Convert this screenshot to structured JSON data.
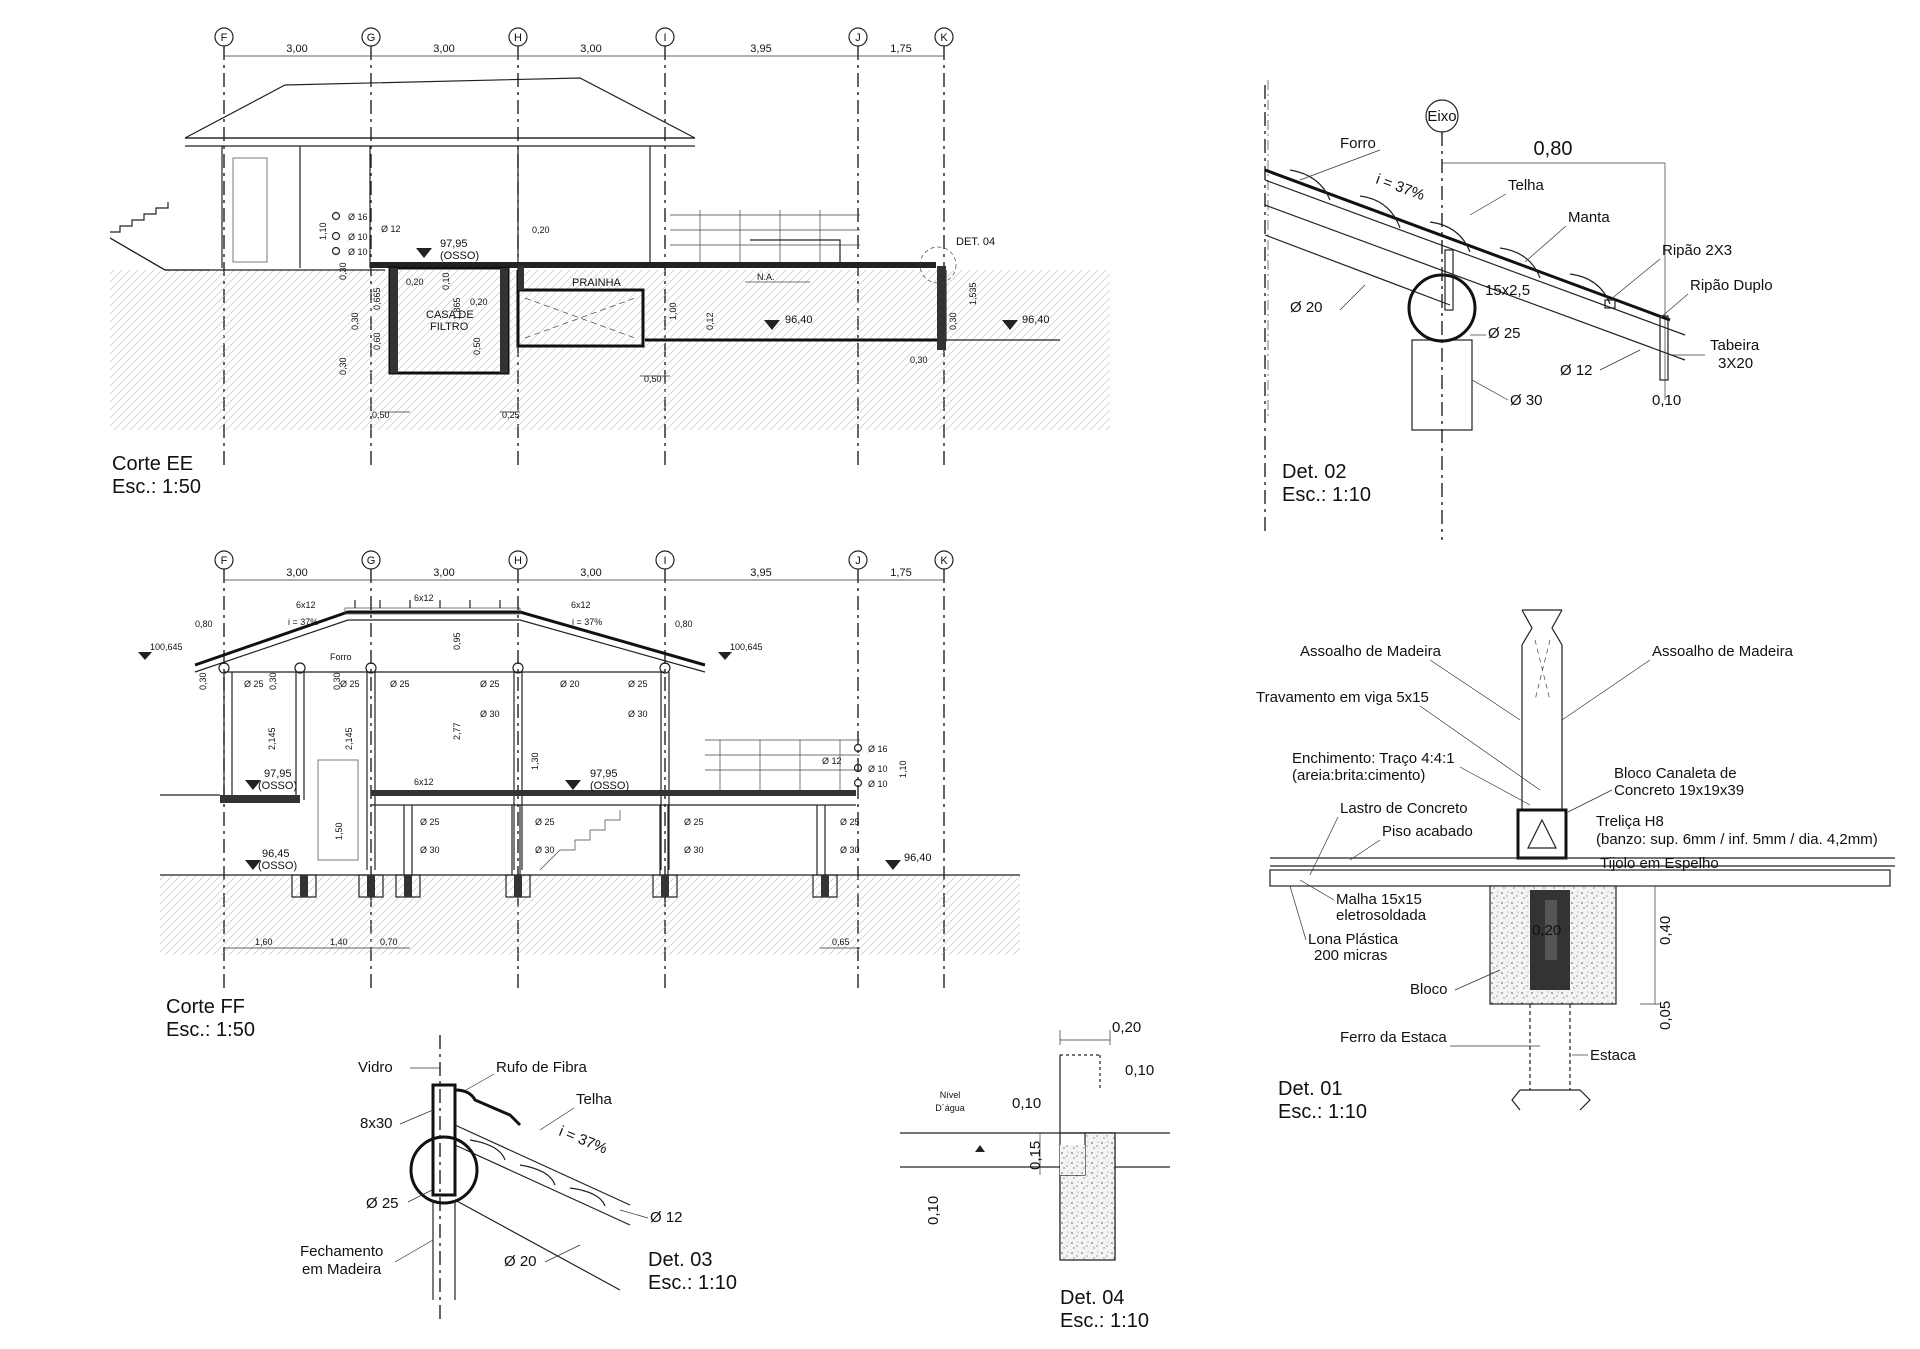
{
  "axes_labels": [
    "F",
    "G",
    "H",
    "I",
    "J",
    "K"
  ],
  "axes_dims": [
    "3,00",
    "3,00",
    "3,00",
    "3,95",
    "1,75"
  ],
  "corte_ee": {
    "title": "Corte EE",
    "scale": "Esc.: 1:50",
    "labels": {
      "casa": "CASA DE",
      "filtro": "FILTRO",
      "prainha": "PRAINHA",
      "na": "N.A.",
      "det04": "DET. 04",
      "level1": "97,95",
      "osso": "(OSSO)",
      "level2": "96,40",
      "level3": "96,40",
      "phi16": "Ø 16",
      "phi10a": "Ø 10",
      "phi10b": "Ø 10",
      "phi12": "Ø 12",
      "d110": "1,10",
      "d020a": "0,20",
      "d020b": "0,20",
      "d020c": "0,20",
      "d030a": "0,30",
      "d030b": "0,30",
      "d030c": "0,30",
      "d030d": "0,30",
      "d050a": "0,50",
      "d050b": "0,50",
      "d025": "0,25",
      "d1535": "1,535",
      "d012": "0,12",
      "d100": "1,00",
      "d1865": "1,865",
      "d0665": "0,665",
      "d060": "0,60",
      "d010": "0,10",
      "d050c": "0,50"
    }
  },
  "corte_ff": {
    "title": "Corte FF",
    "scale": "Esc.: 1:50",
    "labels": {
      "forro": "Forro",
      "lvl_top_l": "100,645",
      "lvl_top_r": "100,645",
      "lvl_mid_l": "97,95",
      "osso1": "(OSSO)",
      "lvl_mid_r": "97,95",
      "osso2": "(OSSO)",
      "lvl_low": "96,45",
      "osso3": "(OSSO)",
      "lvl_ground": "96,40",
      "sec612a": "6x12",
      "sec612b": "6x12",
      "sec612c": "6x12",
      "sec612d": "6x12",
      "slope1": "i = 37%",
      "slope2": "i = 37%",
      "d080a": "0,80",
      "d080b": "0,80",
      "d095": "0,95",
      "d277": "2,77",
      "d2145a": "2,145",
      "d2145b": "2,145",
      "d130": "1,30",
      "d150": "1,50",
      "d030": "0,30",
      "d030b": "0,30",
      "d030c": "0,30",
      "d110": "1,10",
      "phi25s": [
        "Ø 25",
        "Ø 25",
        "Ø 25",
        "Ø 25",
        "Ø 25"
      ],
      "phi20": "Ø 20",
      "phi30s": [
        "Ø 30",
        "Ø 30"
      ],
      "phi25b": [
        "Ø 25",
        "Ø 25",
        "Ø 25",
        "Ø 25"
      ],
      "phi30b": [
        "Ø 30",
        "Ø 30",
        "Ø 30",
        "Ø 30"
      ],
      "phi12": "Ø 12",
      "phi16": "Ø 16",
      "phi10a": "Ø 10",
      "phi10b": "Ø 10",
      "b160": "1,60",
      "b140": "1,40",
      "b070": "0,70",
      "b065": "0,65"
    }
  },
  "det02": {
    "title": "Det. 02",
    "scale": "Esc.: 1:10",
    "eixo": "Eixo",
    "dim080": "0,80",
    "forro": "Forro",
    "slope": "i = 37%",
    "telha": "Telha",
    "manta": "Manta",
    "ripao": "Ripão 2X3",
    "ripao_duplo": "Ripão Duplo",
    "tabeira": "Tabeira",
    "tabeira_size": "3X20",
    "sec152": "15x2,5",
    "phi20": "Ø 20",
    "phi25": "Ø 25",
    "phi12": "Ø 12",
    "phi30": "Ø 30",
    "dim010": "0,10"
  },
  "det01": {
    "title": "Det. 01",
    "scale": "Esc.: 1:10",
    "assoalho_l": "Assoalho de Madeira",
    "assoalho_r": "Assoalho de Madeira",
    "travamento": "Travamento em viga 5x15",
    "enchimento": "Enchimento: Traço 4:4:1",
    "enchimento2": "(areia:brita:cimento)",
    "bloco_can": "Bloco Canaleta de",
    "bloco_can2": "Concreto 19x19x39",
    "lastro": "Lastro de Concreto",
    "piso": "Piso acabado",
    "trelica": "Treliça H8",
    "trelica2": "(banzo: sup. 6mm / inf. 5mm / dia. 4,2mm)",
    "tijolo": "Tijolo em Espelho",
    "malha": "Malha 15x15",
    "malha2": "eletrosoldada",
    "lona": "Lona Plástica",
    "lona2": "200 micras",
    "bloco": "Bloco",
    "ferro": "Ferro da Estaca",
    "estaca": "Estaca",
    "d020": "0,20",
    "d040": "0,40",
    "d005": "0,05"
  },
  "det03": {
    "title": "Det. 03",
    "scale": "Esc.: 1:10",
    "vidro": "Vidro",
    "rufo": "Rufo de Fibra",
    "telha": "Telha",
    "slope": "i = 37%",
    "sec830": "8x30",
    "phi25": "Ø 25",
    "phi12": "Ø 12",
    "phi20": "Ø 20",
    "fech": "Fechamento",
    "fech2": "em Madeira"
  },
  "det04": {
    "title": "Det. 04",
    "scale": "Esc.: 1:10",
    "nivel": "Nível",
    "agua": "D´água",
    "d020": "0,20",
    "d010a": "0,10",
    "d010b": "0,10",
    "d015": "0,15",
    "d010c": "0,10"
  }
}
